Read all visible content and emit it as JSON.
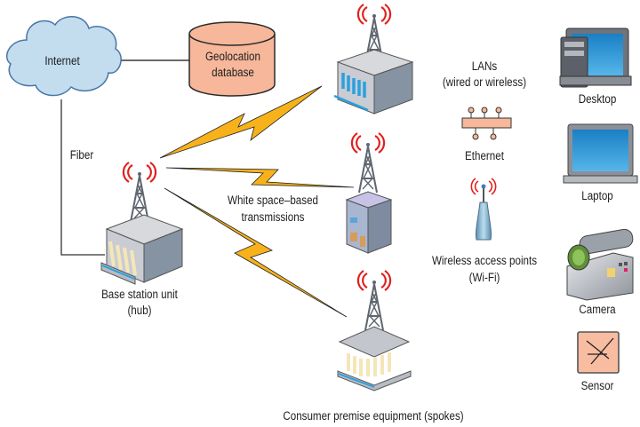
{
  "diagram": {
    "nodes": {
      "internet": {
        "label": "Internet",
        "icon": "cloud-icon"
      },
      "geolocation_db": {
        "label": "Geolocation database",
        "line1": "Geolocation",
        "line2": "database",
        "icon": "database-cylinder-icon"
      },
      "base_station": {
        "line1": "Base station unit",
        "line2": "(hub)",
        "icon": "base-station-tower-icon"
      },
      "cpe": {
        "label": "Consumer premise equipment (spokes)",
        "icon": "building-tower-icon"
      },
      "lans": {
        "line1": "LANs",
        "line2": "(wired or wireless)"
      },
      "ethernet": {
        "label": "Ethernet",
        "icon": "ethernet-hub-icon"
      },
      "wifi_ap": {
        "line1": "Wireless access points",
        "line2": "(Wi-Fi)",
        "icon": "wireless-access-point-icon"
      },
      "desktop": {
        "label": "Desktop",
        "icon": "desktop-computer-icon"
      },
      "laptop": {
        "label": "Laptop",
        "icon": "laptop-icon"
      },
      "camera": {
        "label": "Camera",
        "icon": "video-camera-icon"
      },
      "sensor": {
        "label": "Sensor",
        "icon": "sensor-icon"
      }
    },
    "links": {
      "fiber": {
        "label": "Fiber"
      },
      "transmissions": {
        "line1": "White space–based",
        "line2": "transmissions"
      }
    },
    "colors": {
      "cloud": "#c3dcee",
      "cloud_stroke": "#4a76a8",
      "database": "#f6b79a",
      "lightning": "#f7b21b",
      "signal": "#e0201e",
      "sensor": "#f8bca0",
      "screen": "#2a9ad8"
    }
  }
}
